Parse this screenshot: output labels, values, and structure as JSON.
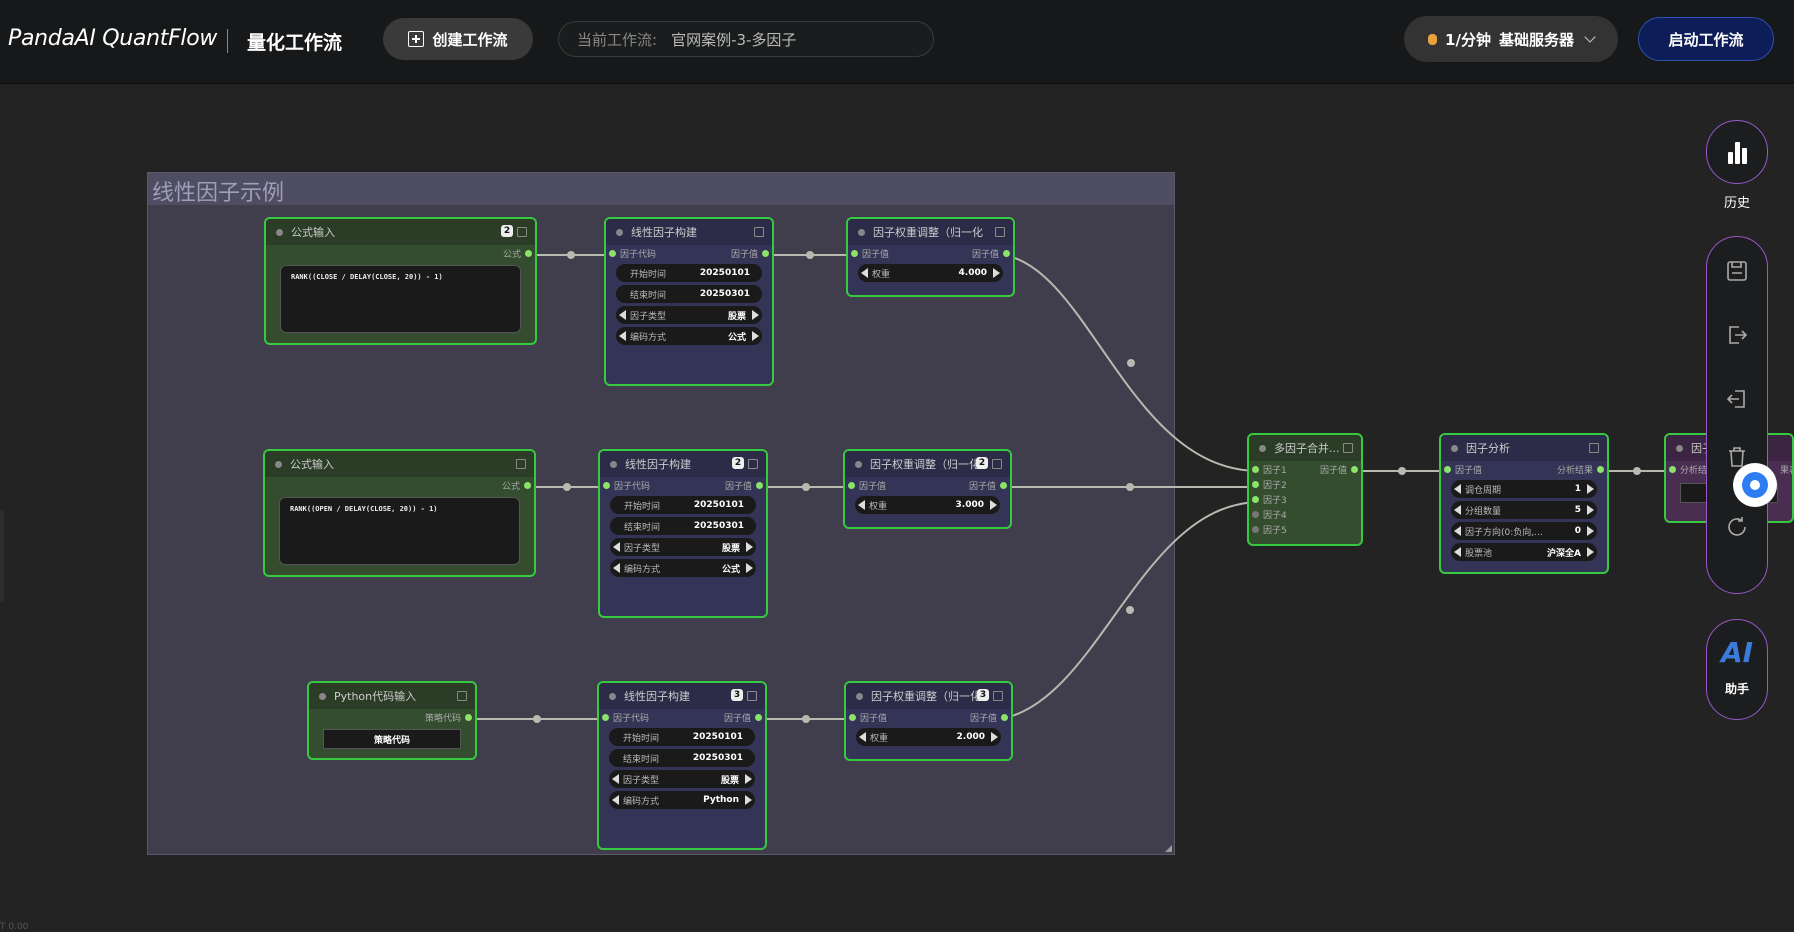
{
  "header": {
    "brand": "PandaAI QuantFlow",
    "subtitle": "量化工作流",
    "create_button": "创建工作流",
    "current_workflow_label": "当前工作流:",
    "current_workflow_value": "官网案例-3-多因子",
    "server_rate": "1/分钟",
    "server_name": "基础服务器",
    "start_button": "启动工作流"
  },
  "group": {
    "title": "线性因子示例"
  },
  "nodes": {
    "formula1": {
      "title": "公式输入",
      "badge": "2",
      "out": "公式",
      "code": "RANK((CLOSE / DELAY(CLOSE, 20)) - 1)"
    },
    "formula2": {
      "title": "公式输入",
      "out": "公式",
      "code": "RANK((OPEN / DELAY(CLOSE, 20)) - 1)"
    },
    "python1": {
      "title": "Python代码输入",
      "out": "策略代码",
      "button": "策略代码"
    },
    "build1": {
      "title": "线性因子构建",
      "in": "因子代码",
      "out": "因子值",
      "start_label": "开始时间",
      "start": "20250101",
      "end_label": "结束时间",
      "end": "20250301",
      "type_label": "因子类型",
      "type": "股票",
      "enc_label": "编码方式",
      "enc": "公式"
    },
    "build2": {
      "title": "线性因子构建",
      "badge": "2",
      "in": "因子代码",
      "out": "因子值",
      "start_label": "开始时间",
      "start": "20250101",
      "end_label": "结束时间",
      "end": "20250301",
      "type_label": "因子类型",
      "type": "股票",
      "enc_label": "编码方式",
      "enc": "公式"
    },
    "build3": {
      "title": "线性因子构建",
      "badge": "3",
      "in": "因子代码",
      "out": "因子值",
      "start_label": "开始时间",
      "start": "20250101",
      "end_label": "结束时间",
      "end": "20250301",
      "type_label": "因子类型",
      "type": "股票",
      "enc_label": "编码方式",
      "enc": "Python"
    },
    "weight1": {
      "title": "因子权重调整（归一化",
      "in": "因子值",
      "out": "因子值",
      "w_label": "权重",
      "w": "4.000"
    },
    "weight2": {
      "title": "因子权重调整（归一化",
      "badge": "2",
      "in": "因子值",
      "out": "因子值",
      "w_label": "权重",
      "w": "3.000"
    },
    "weight3": {
      "title": "因子权重调整（归一化",
      "badge": "3",
      "in": "因子值",
      "out": "因子值",
      "w_label": "权重",
      "w": "2.000"
    },
    "merge": {
      "title": "多因子合并...",
      "inputs": [
        "因子1",
        "因子2",
        "因子3",
        "因子4",
        "因子5"
      ],
      "out": "因子值"
    },
    "analysis": {
      "title": "因子分析",
      "in": "因子值",
      "out": "分析结果",
      "p1_label": "调仓周期",
      "p1": "1",
      "p2_label": "分组数量",
      "p2": "5",
      "p3_label": "因子方向(0:负向,...",
      "p3": "0",
      "p4_label": "股票池",
      "p4": "沪深全A"
    },
    "partial": {
      "title": "因子",
      "in": "分析结",
      "extra": "果表"
    }
  },
  "sidebar": {
    "history_label": "历史",
    "ai_text": "AI",
    "assistant_label": "助手"
  },
  "footer": {
    "corner_text": "T 0.00"
  },
  "colors": {
    "node_border": "#37c940",
    "accent_blue": "#2f7df3",
    "rail_border": "#9a58c8",
    "start_btn": "#0c1d57"
  }
}
